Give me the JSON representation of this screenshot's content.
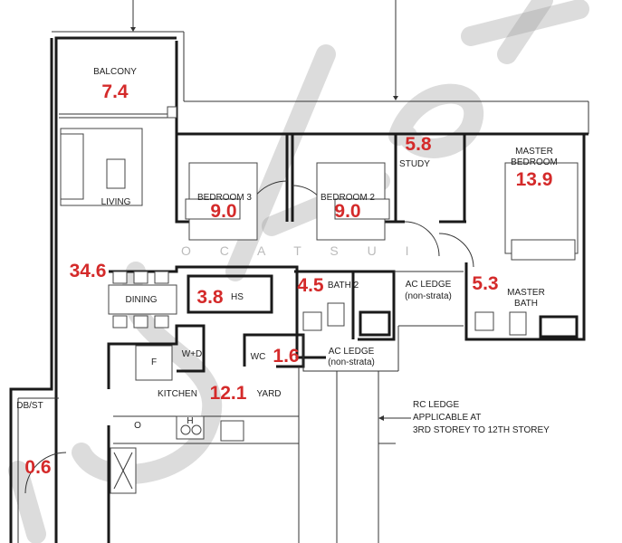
{
  "rooms": {
    "balcony": {
      "label": "BALCONY",
      "area": "7.4"
    },
    "living": {
      "label": "LIVING"
    },
    "living_dining_area": "34.6",
    "dining": {
      "label": "DINING"
    },
    "bedroom3": {
      "label": "BEDROOM 3",
      "area": "9.0"
    },
    "bedroom2": {
      "label": "BEDROOM 2",
      "area": "9.0"
    },
    "study": {
      "label": "STUDY",
      "area": "5.8"
    },
    "master_bedroom": {
      "label1": "MASTER",
      "label2": "BEDROOM",
      "area": "13.9"
    },
    "hs": {
      "label": "HS",
      "area": "3.8"
    },
    "bath2": {
      "label": "BATH 2",
      "area": "4.5"
    },
    "ac_ledge1": {
      "label1": "AC LEDGE",
      "label2": "(non-strata)"
    },
    "master_bath": {
      "label1": "MASTER",
      "label2": "BATH",
      "area": "5.3"
    },
    "wd": {
      "label": "W+D"
    },
    "fridge": {
      "label": "F"
    },
    "wc": {
      "label": "WC",
      "area": "1.6"
    },
    "ac_ledge2": {
      "label1": "AC LEDGE",
      "label2": "(non-strata)"
    },
    "kitchen": {
      "label": "KITCHEN",
      "area": "12.1"
    },
    "yard": {
      "label": "YARD"
    },
    "dbst": {
      "label": "DB/ST",
      "area": "0.6"
    },
    "oven": {
      "label": "O"
    },
    "hob": {
      "label": "H"
    }
  },
  "rc_ledge": {
    "line1": "RC LEDGE",
    "line2": "APPLICABLE AT",
    "line3": "3RD STOREY TO 12TH STOREY"
  },
  "watermark": {
    "text": "DrOfleX",
    "faint_text": "O C A T S U I"
  },
  "colors": {
    "area_label": "#d42a2a",
    "wall": "#1a1a1a"
  }
}
